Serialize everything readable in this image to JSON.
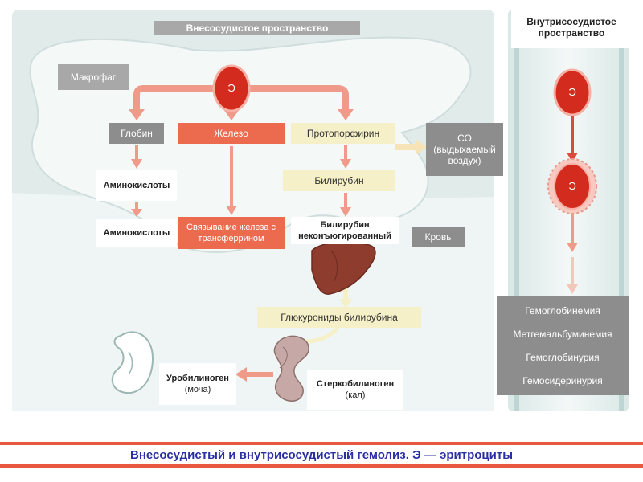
{
  "header": {
    "extravascular": "Внесосудистое пространство",
    "intravascular": "Внутрисосудистое пространство"
  },
  "macrophage": "Макрофаг",
  "erythrocyte": "Э",
  "nodes": {
    "globin": "Глобин",
    "iron": "Железо",
    "protoporphyrin": "Протопорфирин",
    "amino1": "Аминокислоты",
    "amino2": "Аминокислоты",
    "transferrin": "Связывание железа с трансферрином",
    "bilirubin": "Билирубин",
    "unconjugated": "Билирубин неконъюгированный",
    "co": "СО (выдыхаемый воздух)",
    "blood": "Кровь",
    "glucuronides": "Глюкурониды билирубина",
    "urobilinogen_main": "Уробилиноген",
    "urobilinogen_sub": "(моча)",
    "stercobilinogen_main": "Стеркобилиноген",
    "stercobilinogen_sub": "(кал)"
  },
  "intravascular_list": [
    "Гемоглобинемия",
    "Метгемальбуминемия",
    "Гемоглобинурия",
    "Гемосидеринурия"
  ],
  "caption": "Внесосудистый и внутрисосудистый гемолиз. Э — эритроциты",
  "colors": {
    "arrow": "#f09a8a",
    "erythrocyte": "#d32c1f",
    "iron": "#ec6a4e",
    "beige": "#f6f0c9",
    "caption_bar": "#e8583f",
    "caption_text": "#2a2fa3"
  }
}
